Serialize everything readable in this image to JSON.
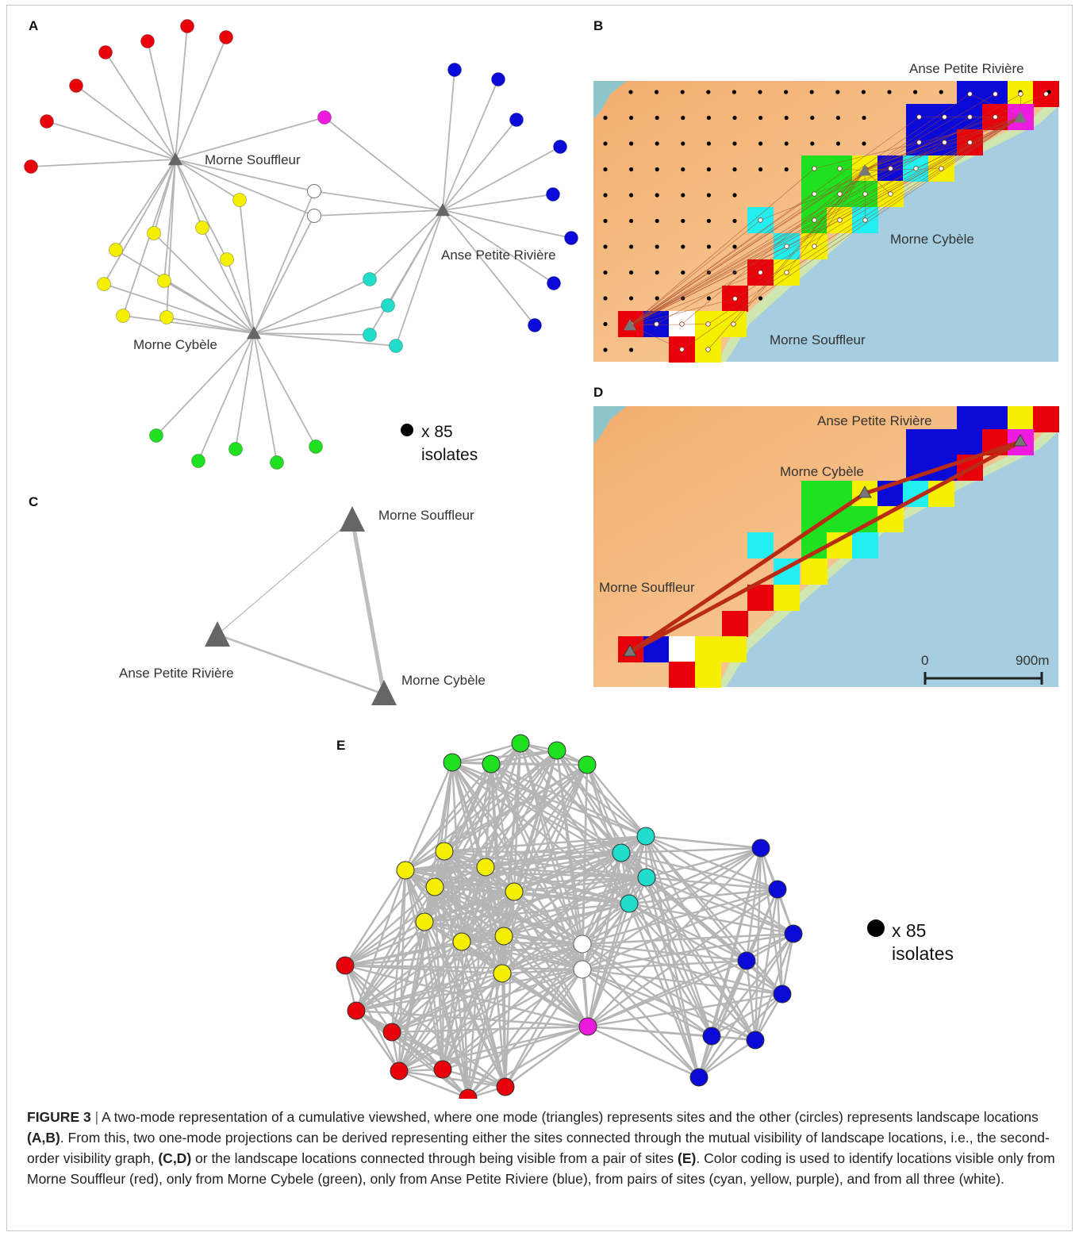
{
  "panels": {
    "a": {
      "label": "A",
      "sites": {
        "souffleur": "Morne Souffleur",
        "cybele": "Morne Cybèle",
        "anse": "Anse Petite Rivière"
      },
      "isolates_count": "x 85",
      "isolates_word": "isolates"
    },
    "b": {
      "label": "B",
      "sites": {
        "anse": "Anse Petite Rivière",
        "cybele": "Morne Cybèle",
        "souffleur": "Morne Souffleur"
      }
    },
    "c": {
      "label": "C",
      "sites": {
        "souffleur": "Morne Souffleur",
        "anse": "Anse Petite Rivière",
        "cybele": "Morne Cybèle"
      }
    },
    "d": {
      "label": "D",
      "sites": {
        "anse": "Anse Petite Rivière",
        "cybele": "Morne Cybèle",
        "souffleur": "Morne Souffleur"
      },
      "scale_start": "0",
      "scale_end": "900m"
    },
    "e": {
      "label": "E",
      "isolates_count": "x 85",
      "isolates_word": "isolates"
    }
  },
  "caption": {
    "figure_label": "FIGURE 3",
    "separator": "|",
    "part1": " A two-mode representation of a cumulative viewshed, where one mode (triangles) represents sites and the other (circles) represents landscape locations ",
    "ref1": "(A,B)",
    "part2": ". From this, two one-mode projections can be derived representing either the sites connected through the mutual visibility of landscape locations, i.e., the second-order visibility graph, ",
    "ref2": "(C,D)",
    "part3": " or the landscape locations connected through being visible from a pair of sites ",
    "ref3": "(E)",
    "part4": ". Color coding is used to identify locations visible only from Morne Souffleur (red), only from Morne Cybele (green), only from Anse Petite Riviere (blue), from pairs of sites (cyan, yellow, purple), and from all three (white)."
  },
  "colors": {
    "red": "#e8000b",
    "green": "#1fe11f",
    "blue": "#0a0ad8",
    "cyan": "#22ddcc",
    "cyan_cell": "#22f0f0",
    "yellow": "#f5f000",
    "magenta": "#ee1ae0",
    "white": "#ffffff",
    "site": "#666666",
    "edge": "#b5b5b5",
    "sea": "#a6cde0",
    "land": "#f0b27a",
    "route": "#b92b15"
  }
}
